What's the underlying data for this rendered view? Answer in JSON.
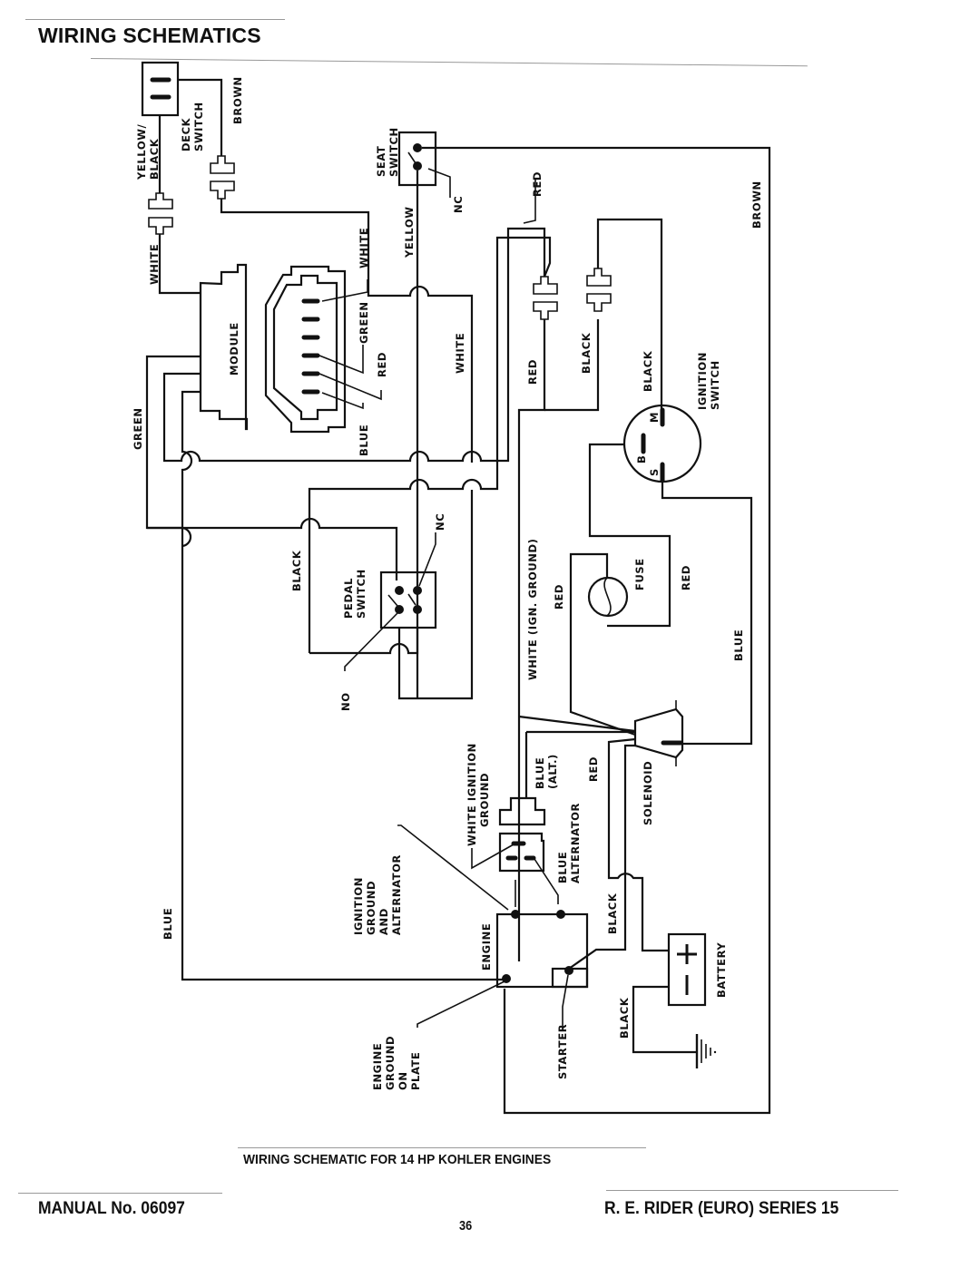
{
  "page": {
    "title": "WIRING SCHEMATICS",
    "caption": "WIRING SCHEMATIC FOR 14 HP KOHLER ENGINES",
    "manual_number": "MANUAL No. 06097",
    "page_number": "36",
    "series": "R. E. RIDER (EURO) SERIES 15"
  },
  "components": {
    "deck_switch": "DECK SWITCH",
    "seat_switch": "SEAT SWITCH",
    "module": "MODULE",
    "pedal_switch": "PEDAL SWITCH",
    "ignition_switch": "IGNITION SWITCH",
    "fuse": "FUSE",
    "solenoid": "SOLENOID",
    "engine": "ENGINE",
    "battery": "BATTERY",
    "starter": "STARTER",
    "ignition_ground_and_alternator": "IGNITION GROUND AND ALTERNATOR",
    "engine_ground_on_plate": "ENGINE GROUND ON PLATE",
    "white_ignition_ground": "WHITE IGNITION GROUND",
    "blue_alternator": "BLUE ALTERNATOR"
  },
  "terminals": {
    "nc": "NC",
    "no": "NO",
    "b": "B",
    "s": "S",
    "m": "M",
    "plus": "+",
    "minus": "−"
  },
  "wires": {
    "yellow_black": "YELLOW/ BLACK",
    "brown": "BROWN",
    "white": "WHITE",
    "yellow": "YELLOW",
    "red": "RED",
    "black": "BLACK",
    "green": "GREEN",
    "blue": "BLUE",
    "white_ign_ground": "WHITE (IGN. GROUND)",
    "blue_alt": "BLUE (ALT.)"
  }
}
